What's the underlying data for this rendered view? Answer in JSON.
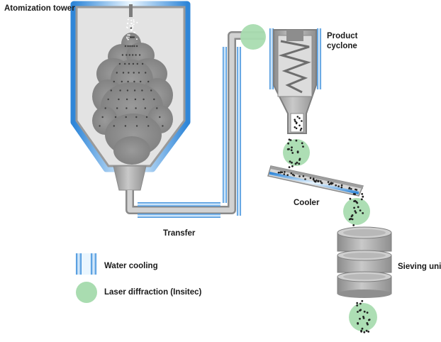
{
  "labels": {
    "atomization_tower": "Atomization tower",
    "product_cyclone_line1": "Product",
    "product_cyclone_line2": "cyclone",
    "cooler": "Cooler",
    "transfer": "Transfer",
    "sieving_unit": "Sieving unit"
  },
  "legend": {
    "water_cooling": "Water cooling",
    "laser_diffraction": "Laser diffraction (Insitec)"
  },
  "colors": {
    "water_cooling_blue": "#4aa7e6",
    "laser_green": "#a9dcb0",
    "steel_gray": "#a6a6a6"
  }
}
